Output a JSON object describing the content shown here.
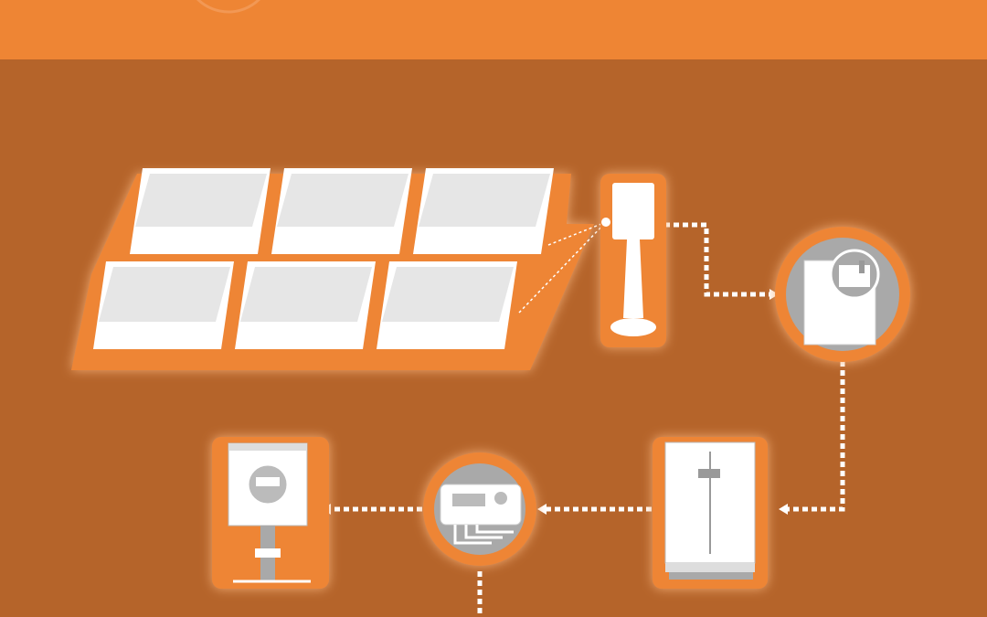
{
  "colors": {
    "header": "#EE8534",
    "background": "#B5642A",
    "accent": "#EE8534",
    "panel": "#FFFFFF",
    "panel_inner": "#E6E6E6",
    "device_gray": "#A9A9A9",
    "wire": "#FFFFFF"
  },
  "components": [
    "solar-array",
    "combiner-box",
    "inverter",
    "battery-cabinet",
    "charge-controller",
    "utility-meter"
  ]
}
